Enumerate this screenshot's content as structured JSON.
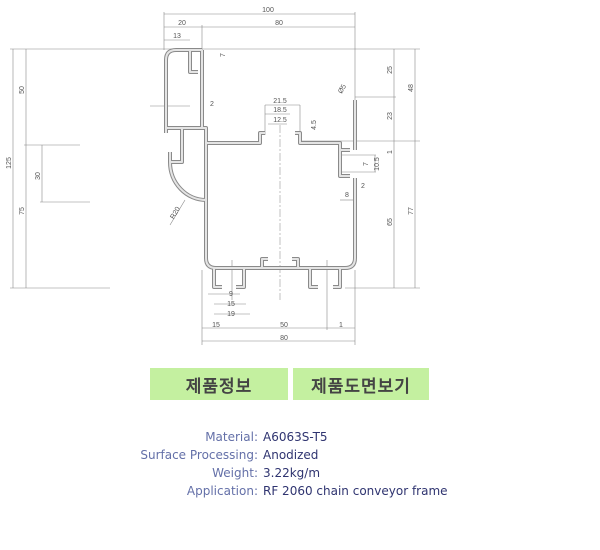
{
  "drawing": {
    "dims": {
      "d100": "100",
      "d20": "20",
      "d80top": "80",
      "d13": "13",
      "d7top": "7",
      "d2left": "2",
      "d21_5": "21.5",
      "d18_5": "18.5",
      "d12_5": "12.5",
      "d4_5": "4.5",
      "dphi": "Ø5",
      "d25": "25",
      "d48": "48",
      "d23": "23",
      "d1right": "1",
      "d7right": "7",
      "d10_5": "10.5",
      "d2right": "2",
      "d8": "8",
      "d65": "65",
      "d77": "77",
      "d50left": "50",
      "d125": "125",
      "d30": "30",
      "d75": "75",
      "r20": "R20",
      "d9": "9",
      "d15a": "15",
      "d19": "19",
      "d15b": "15",
      "d50bottom": "50",
      "d1bottom": "1",
      "d80bottom": "80"
    }
  },
  "buttons": {
    "product_info": "제품정보",
    "view_drawing": "제품도면보기"
  },
  "specs": [
    {
      "label": "Material:",
      "value": "A6063S-T5"
    },
    {
      "label": "Surface Processing:",
      "value": "Anodized"
    },
    {
      "label": "Weight:",
      "value": "3.22kg/m"
    },
    {
      "label": "Application:",
      "value": "RF 2060 chain conveyor frame"
    }
  ]
}
